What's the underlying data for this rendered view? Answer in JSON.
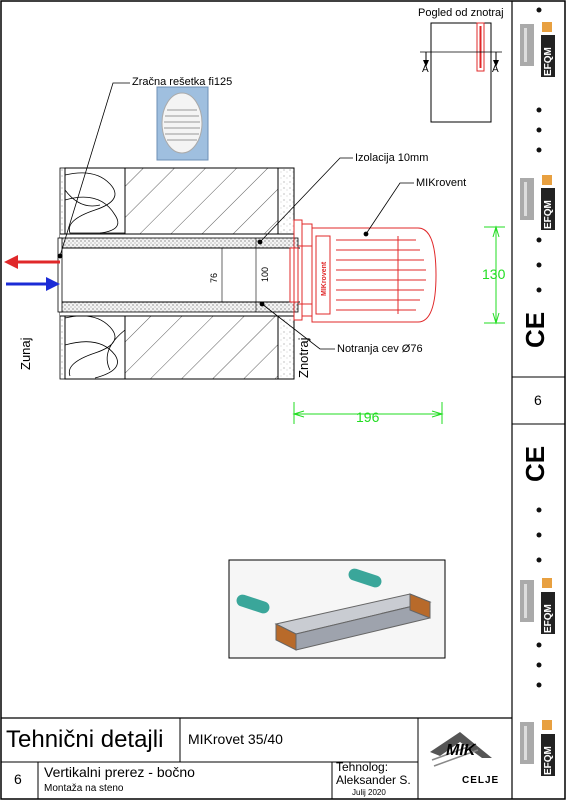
{
  "view": {
    "label": "Pogled od znotraj",
    "section_mark": "A"
  },
  "labels": {
    "grille": "Zračna rešetka fi125",
    "insulation": "Izolacija 10mm",
    "device": "MIKrovent",
    "inner_pipe": "Notranja cev Ø76",
    "outside": "Zunaj",
    "inside": "Znotraj",
    "brand_on_unit": "MIKrovent"
  },
  "dimensions": {
    "inner_diameter": "76",
    "outer_diameter": "100",
    "unit_height": "130",
    "depth": "196"
  },
  "sidebar": {
    "page_number": "6",
    "logo_text": "EFQM",
    "ce_mark": "CE"
  },
  "title_block": {
    "title": "Tehnični detajli",
    "product": "MIKrovet 35/40",
    "number": "6",
    "subtitle": "Vertikalni prerez - bočno",
    "subtitle2": "Montaža na steno",
    "technolog_label": "Tehnolog:",
    "technolog_name": "Aleksander S.",
    "date": "Julij 2020",
    "company_logo": "MIK",
    "company_city": "CELJE"
  },
  "colors": {
    "device_red": "#e0282a",
    "dim_green": "#22dd22",
    "arrow_red": "#e0282a",
    "arrow_blue": "#1b2bd6",
    "logo_orange": "#e8a040"
  }
}
